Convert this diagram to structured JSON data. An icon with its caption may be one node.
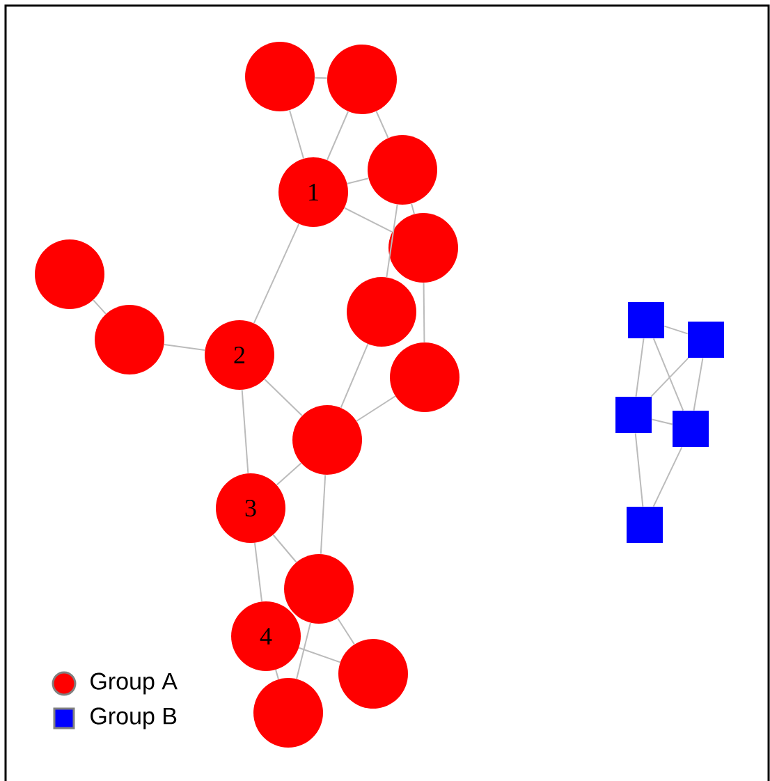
{
  "diagram": {
    "nodes": [
      {
        "text": [],
        "shape": "circle"
      },
      {
        "text": [],
        "shape": "circle"
      },
      {
        "text": [
          "1"
        ]
      },
      {
        "text": [],
        "shape": "circle"
      },
      {
        "text": [],
        "shape": "circle"
      },
      {
        "text": [],
        "shape": "circle"
      },
      {
        "text": [],
        "shape": "circle"
      },
      {
        "text": [],
        "shape": "circle"
      },
      {
        "text": [
          "2"
        ]
      },
      {
        "text": [],
        "shape": "circle"
      },
      {
        "text": [],
        "shape": "circle"
      },
      {
        "text": [
          "3"
        ]
      },
      {
        "text": [],
        "shape": "circle"
      },
      {
        "text": [
          "4"
        ]
      },
      {
        "text": [],
        "shape": "circle"
      },
      {
        "text": [],
        "shape": "circle"
      },
      {
        "text": [],
        "shape": "box"
      },
      {
        "text": [],
        "shape": "box"
      },
      {
        "text": [],
        "shape": "box"
      },
      {
        "text": [],
        "shape": "box"
      },
      {
        "text": [],
        "shape": "box"
      }
    ],
    "edges": [
      {
        "from": 0,
        "to": 1,
        "arrow": "none"
      },
      {
        "from": 0,
        "to": 2,
        "arrow": "none"
      },
      {
        "from": 1,
        "to": 2,
        "arrow": "none"
      },
      {
        "from": 1,
        "to": 3,
        "arrow": "none"
      },
      {
        "from": 2,
        "to": 3,
        "arrow": "none"
      },
      {
        "from": 2,
        "to": 4,
        "arrow": "none"
      },
      {
        "from": 3,
        "to": 4,
        "arrow": "none"
      },
      {
        "from": 3,
        "to": 6,
        "arrow": "none"
      },
      {
        "from": 2,
        "to": 8,
        "arrow": "none"
      },
      {
        "from": 4,
        "to": 9,
        "arrow": "none"
      },
      {
        "from": 5,
        "to": 7,
        "arrow": "none"
      },
      {
        "from": 7,
        "to": 8,
        "arrow": "none"
      },
      {
        "from": 8,
        "to": 10,
        "arrow": "none"
      },
      {
        "from": 6,
        "to": 10,
        "arrow": "none"
      },
      {
        "from": 9,
        "to": 10,
        "arrow": "none"
      },
      {
        "from": 8,
        "to": 11,
        "arrow": "none"
      },
      {
        "from": 10,
        "to": 11,
        "arrow": "none"
      },
      {
        "from": 10,
        "to": 12,
        "arrow": "none"
      },
      {
        "from": 11,
        "to": 12,
        "arrow": "none"
      },
      {
        "from": 11,
        "to": 13,
        "arrow": "none"
      },
      {
        "from": 12,
        "to": 14,
        "arrow": "none"
      },
      {
        "from": 12,
        "to": 15,
        "arrow": "none"
      },
      {
        "from": 13,
        "to": 14,
        "arrow": "none"
      },
      {
        "from": 13,
        "to": 15,
        "arrow": "none"
      },
      {
        "from": 16,
        "to": 17,
        "arrow": "none"
      },
      {
        "from": 16,
        "to": 18,
        "arrow": "none"
      },
      {
        "from": 16,
        "to": 19,
        "arrow": "none"
      },
      {
        "from": 17,
        "to": 18,
        "arrow": "none"
      },
      {
        "from": 17,
        "to": 19,
        "arrow": "none"
      },
      {
        "from": 18,
        "to": 19,
        "arrow": "none"
      },
      {
        "from": 18,
        "to": 20,
        "arrow": "none"
      },
      {
        "from": 19,
        "to": 20,
        "arrow": "none"
      }
    ],
    "legend": [
      {
        "text": "Group A",
        "color": "#ff0000"
      },
      {
        "text": "Group B",
        "color": "#0000ff"
      }
    ]
  }
}
